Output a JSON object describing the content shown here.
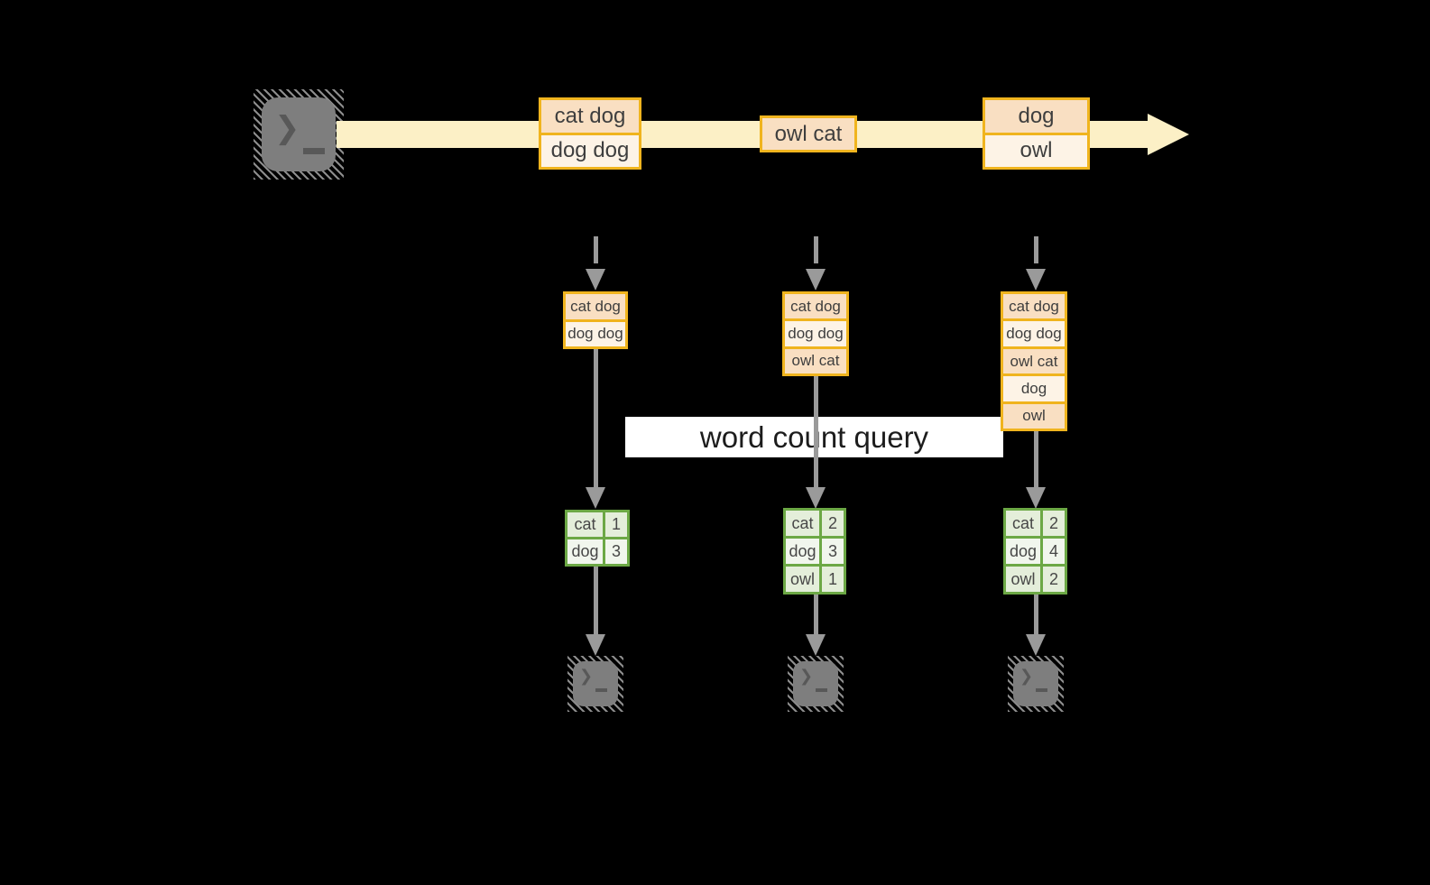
{
  "query_label": "word count query",
  "icons": {
    "prompt_chevron": "❯",
    "source_terminal": "terminal-icon",
    "sink_terminals": [
      "terminal-icon",
      "terminal-icon",
      "terminal-icon"
    ]
  },
  "colors": {
    "background": "#000000",
    "stream_band": "#fcf0c6",
    "record_border": "#f0b41e",
    "record_fill_dark": "#f9dfc2",
    "record_fill_light": "#fdf3e6",
    "table_border": "#6ca845",
    "table_fill_dark": "#e4eeda",
    "table_fill_light": "#f1f6ed",
    "connector_gray": "#9a9a9a",
    "terminal_gray": "#7e7e7e",
    "banner_bg": "#ffffff"
  },
  "stream": {
    "batches": [
      {
        "rows": [
          "cat dog",
          "dog dog"
        ]
      },
      {
        "rows": [
          "owl cat"
        ]
      },
      {
        "rows": [
          "dog",
          "owl"
        ]
      }
    ]
  },
  "columns": [
    {
      "input": [
        "cat dog",
        "dog dog"
      ],
      "result": [
        {
          "word": "cat",
          "count": "1"
        },
        {
          "word": "dog",
          "count": "3"
        }
      ]
    },
    {
      "input": [
        "cat dog",
        "dog dog",
        "owl cat"
      ],
      "result": [
        {
          "word": "cat",
          "count": "2"
        },
        {
          "word": "dog",
          "count": "3"
        },
        {
          "word": "owl",
          "count": "1"
        }
      ]
    },
    {
      "input": [
        "cat dog",
        "dog dog",
        "owl cat",
        "dog",
        "owl"
      ],
      "result": [
        {
          "word": "cat",
          "count": "2"
        },
        {
          "word": "dog",
          "count": "4"
        },
        {
          "word": "owl",
          "count": "2"
        }
      ]
    }
  ]
}
